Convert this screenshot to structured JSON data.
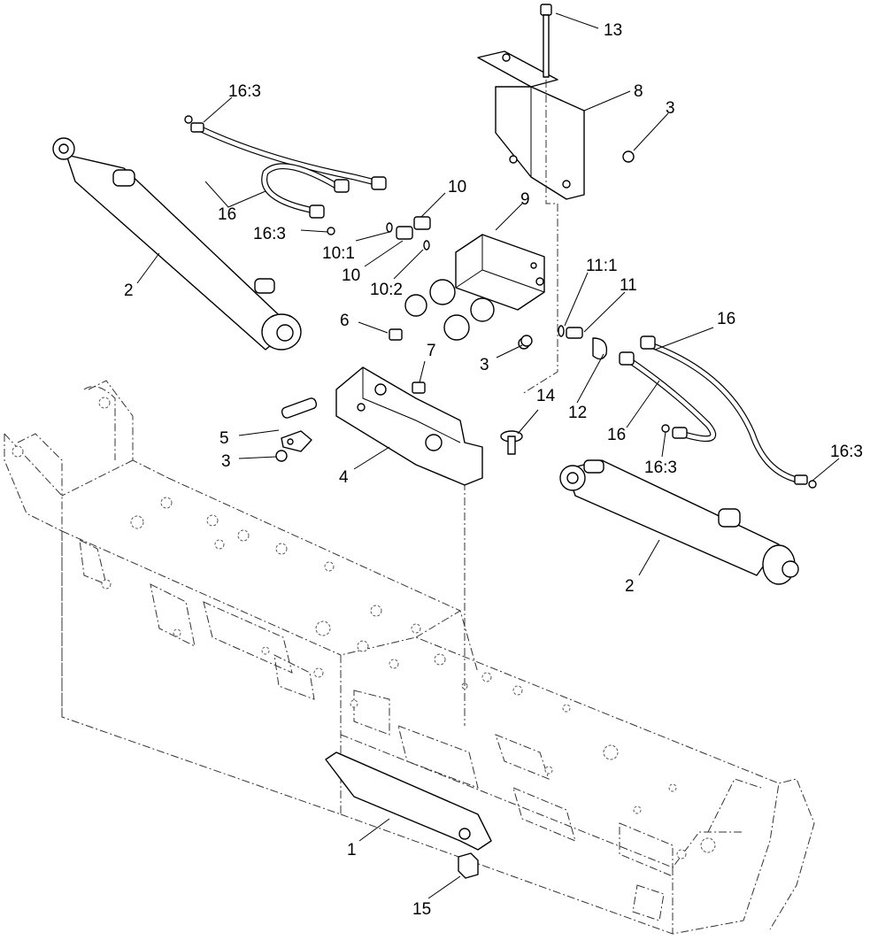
{
  "diagram": {
    "callouts": [
      {
        "id": "c13",
        "text": "13"
      },
      {
        "id": "c8",
        "text": "8"
      },
      {
        "id": "c3a",
        "text": "3"
      },
      {
        "id": "c16-3a",
        "text": "16:3"
      },
      {
        "id": "c16a",
        "text": "16"
      },
      {
        "id": "c16-3b",
        "text": "16:3"
      },
      {
        "id": "c10a",
        "text": "10"
      },
      {
        "id": "c9",
        "text": "9"
      },
      {
        "id": "c10-1",
        "text": "10:1"
      },
      {
        "id": "c10b",
        "text": "10"
      },
      {
        "id": "c10-2",
        "text": "10:2"
      },
      {
        "id": "c2a",
        "text": "2"
      },
      {
        "id": "c11-1",
        "text": "11:1"
      },
      {
        "id": "c11",
        "text": "11"
      },
      {
        "id": "c16b",
        "text": "16"
      },
      {
        "id": "c6",
        "text": "6"
      },
      {
        "id": "c7",
        "text": "7"
      },
      {
        "id": "c3b",
        "text": "3"
      },
      {
        "id": "c14",
        "text": "14"
      },
      {
        "id": "c12",
        "text": "12"
      },
      {
        "id": "c16c",
        "text": "16"
      },
      {
        "id": "c5",
        "text": "5"
      },
      {
        "id": "c3c",
        "text": "3"
      },
      {
        "id": "c16-3c",
        "text": "16:3"
      },
      {
        "id": "c16-3d",
        "text": "16:3"
      },
      {
        "id": "c4",
        "text": "4"
      },
      {
        "id": "c2b",
        "text": "2"
      },
      {
        "id": "c1",
        "text": "1"
      },
      {
        "id": "c15",
        "text": "15"
      }
    ]
  }
}
